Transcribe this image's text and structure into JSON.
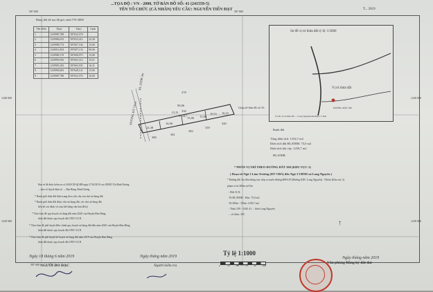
{
  "header": {
    "title_line1": "...TỌA ĐỘ : VN - 2000, TỜ BẢN ĐỒ SỐ: 41 (241559-5)",
    "title_line2": "TÊN TỔ CHỨC (CÁ NHÂN) YÊU CẦU: NGUYỄN TIẾN ĐẠT",
    "top_right": "T... 2019"
  },
  "coord_table": {
    "title": "Bảng liệt kê tọa độ góc ranh VN-2000",
    "columns": [
      "Tên điểm",
      "X(m)",
      "Y(m)",
      "Cạnh"
    ],
    "rows": [
      [
        "1",
        "1239987,788",
        "587632,570",
        ""
      ],
      [
        "2",
        "1239984,033",
        "587633,412",
        "22,38"
      ],
      [
        "3",
        "1239998,774",
        "587607,534",
        "15,06"
      ],
      [
        "4",
        "1240014,494",
        "587697,133",
        "90,06"
      ],
      [
        "5",
        "1239989,170",
        "587698,975",
        "15,06"
      ],
      [
        "6",
        "1239993,956",
        "587663,512",
        "19,51"
      ],
      [
        "7",
        "1239993,182",
        "587663,935",
        "16,31"
      ],
      [
        "8",
        "1239990,483",
        "587648,141",
        "15,06"
      ],
      [
        "9",
        "1239987,788",
        "587632,570",
        "16,00"
      ]
    ]
  },
  "grid": {
    "top_left_x": "587 600",
    "top_right_x": "587 800",
    "left_y_upper": "1240 000",
    "right_y_upper": "1240 000",
    "left_y_lower": "1239 900",
    "right_y_lower": "1239 900",
    "bottom_left_x": "587 600",
    "bottom_right_x": "587 800"
  },
  "parcel": {
    "top_neighbor": "278",
    "road_label": "HL ATĐB 3m",
    "area_code": "CLN",
    "parcel_no": "336",
    "area": "1334,7",
    "edges": [
      "22,38",
      "16,00",
      "15,06",
      "19,51",
      "16,31",
      "15,06",
      "90,06"
    ],
    "bottom_neighbors": [
      "380",
      "381",
      "382",
      "339",
      "340"
    ],
    "note_right": "Giáp tờ bản đồ số 33",
    "left_road": "ĐƯỜNG ĐT 741A",
    "legend": [
      "Ranh đất",
      "Tổng diện tích: 1334,7 m2",
      "Diện tích đất HLATĐB: 75,0 m2",
      "Diện tích hội cây: 1259,7 m2",
      "HLATĐB"
    ]
  },
  "sketch": {
    "title": "Sơ đồ vị trí thửa đất tỷ lệ: 1/5000",
    "label": "Vị trí thửa đất",
    "road": "ĐƯỜNG ĐẤT 300",
    "caption": "Sơ đồ vị trí thửa đất ... Long Nguyên khoảng 1,7 Km"
  },
  "location": {
    "heading": "* PHÂN VỊ TRÍ THEO ĐƯỜNG ĐẤT 300 (KHU VỰC 2)",
    "line1": "( Đoạn từ Ngã 3 Lâm Trường (ĐT-749A) đến Ngã 3 UBND xã Long Nguyên )",
    "line2": "* Đường đất 3m liền thông trực tiếp ra tuyến đường ĐH-619 (Đường KDC Long Nguyên) - Nhóm (Khu vực 2)",
    "line3": "phạm vi từ 200m trở lên",
    "line4": "- Đất CLN:",
    "line5": "TS HLATĐB : 30m: 75,0 m2",
    "line6": "Từ 200m - 350m: 1259,7 m2",
    "line7": "- Thửa 339 - 3340: 41 ... biên Long Nguyên",
    "line8": "... số thửa: 339"
  },
  "notes": {
    "n1": "Bản vẽ đã được kiểm tra số 2020/CĐ-QLĐĐ ngày 27/02/2019 của UBND Thị Bình Dương",
    "n2": "... theo số Quyết định số ..., Bàu Bàng, Bình Dương",
    "n3": "* Ranh giới thửa đất hiện trạng theo yêu cầu của chủ sử dụng đất",
    "n4": "* Ranh giới thửa đất được chủ sử dụng đất, các chủ sử dụng đất",
    "n5": "liền kề xác định và cam kết bằng văn bản đã ký",
    "n6": "* Theo bản đồ quy hoạch sử dụng đất năm 2020 của Huyện Bàu Bàng",
    "n7": "thửa đất thuộc quy hoạch đất ONT+CLN",
    "n8": "* Theo bản đồ phê duyệt điều chỉnh quy hoạch sử dụng đất đến năm 2020 của Huyện Bàu Bàng",
    "n9": "thửa đất thuộc quy hoạch đất ONT+CLN",
    "n10": "* Theo bản đồ phê duyệt kế hoạch sử dụng đất năm 2019 của Huyện Bàu Bàng",
    "n11": "thửa đất thuộc quy hoạch đất ONT+CLN"
  },
  "footer": {
    "date_left": "Ngày 18 tháng 6 năm 2019",
    "date_mid": "Ngày tháng năm 2019",
    "date_right": "Ngày tháng năm 2019",
    "scale": "Tỷ lệ 1:1000",
    "sign_left": "NGƯỜI ĐO ĐẠC",
    "sign_mid": "Người kiểm tra",
    "sign_right": "Văn phòng Đăng ký đất đai",
    "scale_bar_labels": [
      "0",
      "10",
      "20",
      "30",
      "40",
      "50m"
    ]
  },
  "colors": {
    "stamp": "#c0392b",
    "paper": "#dfe0dc",
    "ink": "#2f3333"
  }
}
